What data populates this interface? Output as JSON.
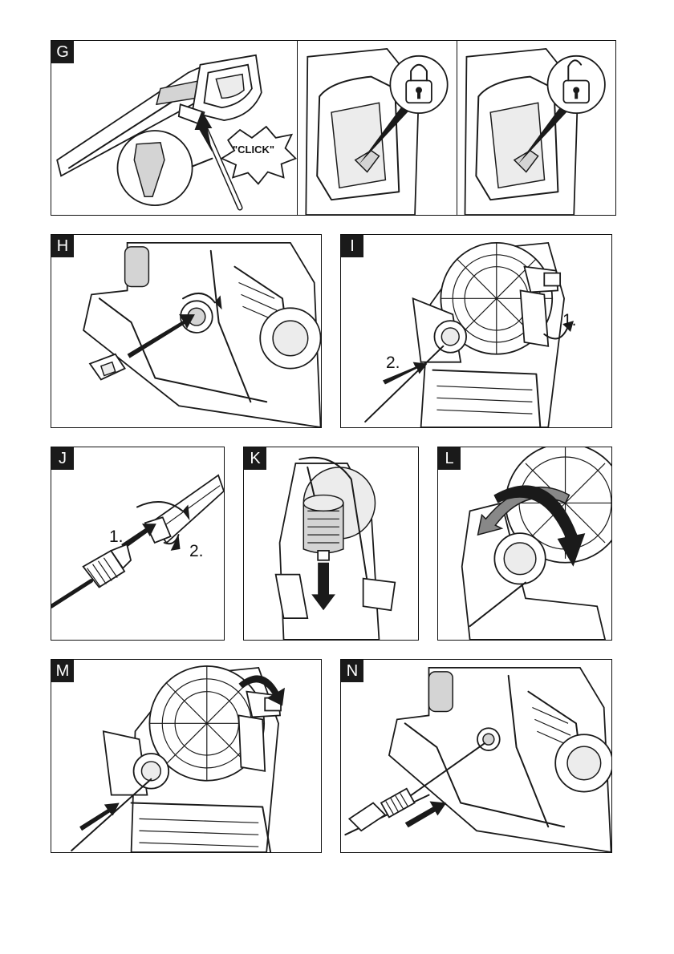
{
  "panels": {
    "g": {
      "label": "G",
      "click_text": "\"CLICK\"",
      "lock_closed_icon": "lock-closed-icon",
      "lock_open_icon": "lock-open-icon"
    },
    "h": {
      "label": "H"
    },
    "i": {
      "label": "I",
      "step1": "1.",
      "step2": "2."
    },
    "j": {
      "label": "J",
      "step1": "1.",
      "step2": "2."
    },
    "k": {
      "label": "K"
    },
    "l": {
      "label": "L"
    },
    "m": {
      "label": "M"
    },
    "n": {
      "label": "N"
    }
  }
}
